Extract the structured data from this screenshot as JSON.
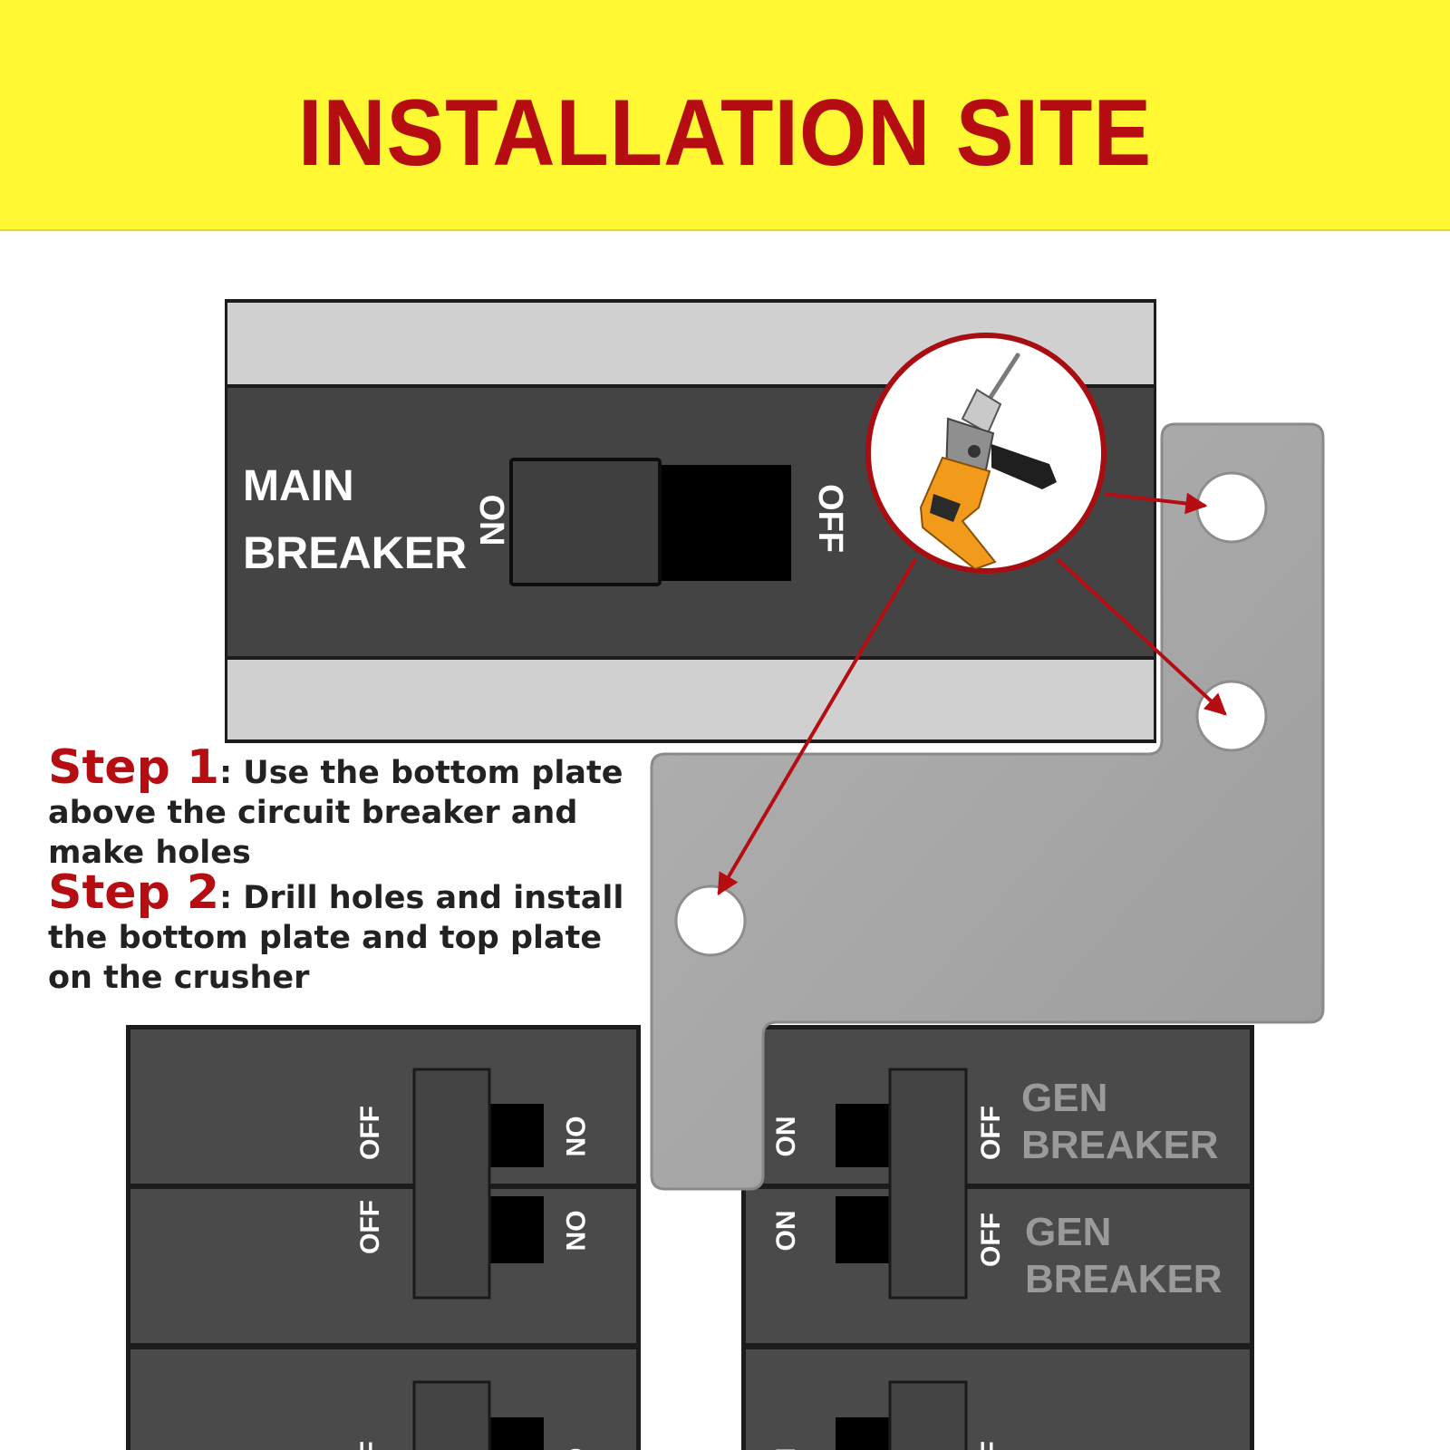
{
  "banner": {
    "title": "INSTALLATION SITE"
  },
  "main_breaker": {
    "line1": "MAIN",
    "line2": "BREAKER",
    "on_label": "ON",
    "off_label": "OFF"
  },
  "left_breakers": [
    {
      "off_label": "OFF",
      "on_label": "ON"
    },
    {
      "off_label": "OFF",
      "on_label": "ON"
    },
    {
      "off_label": "OFF",
      "on_label": "ON"
    }
  ],
  "gen_breakers": [
    {
      "on_label": "ON",
      "off_label": "OFF",
      "line1": "GEN",
      "line2": "BREAKER"
    },
    {
      "on_label": "ON",
      "off_label": "OFF",
      "line1": "GEN",
      "line2": "BREAKER"
    },
    {
      "on_label": "ON",
      "off_label": "OFF"
    }
  ],
  "steps": [
    {
      "label": "Step 1",
      "separator": ": ",
      "text": "Use the bottom plate above the circuit breaker and make holes"
    },
    {
      "label": "Step 2",
      "separator": ": ",
      "text": "Drill holes and install the bottom plate and top plate on the crusher"
    }
  ],
  "drill_icon": "drill-icon",
  "colors": {
    "banner": "#fff833",
    "title": "#b50d12",
    "accent": "#b50d12",
    "panel": "#4a4a4a",
    "plate": "#a5a5a5"
  }
}
